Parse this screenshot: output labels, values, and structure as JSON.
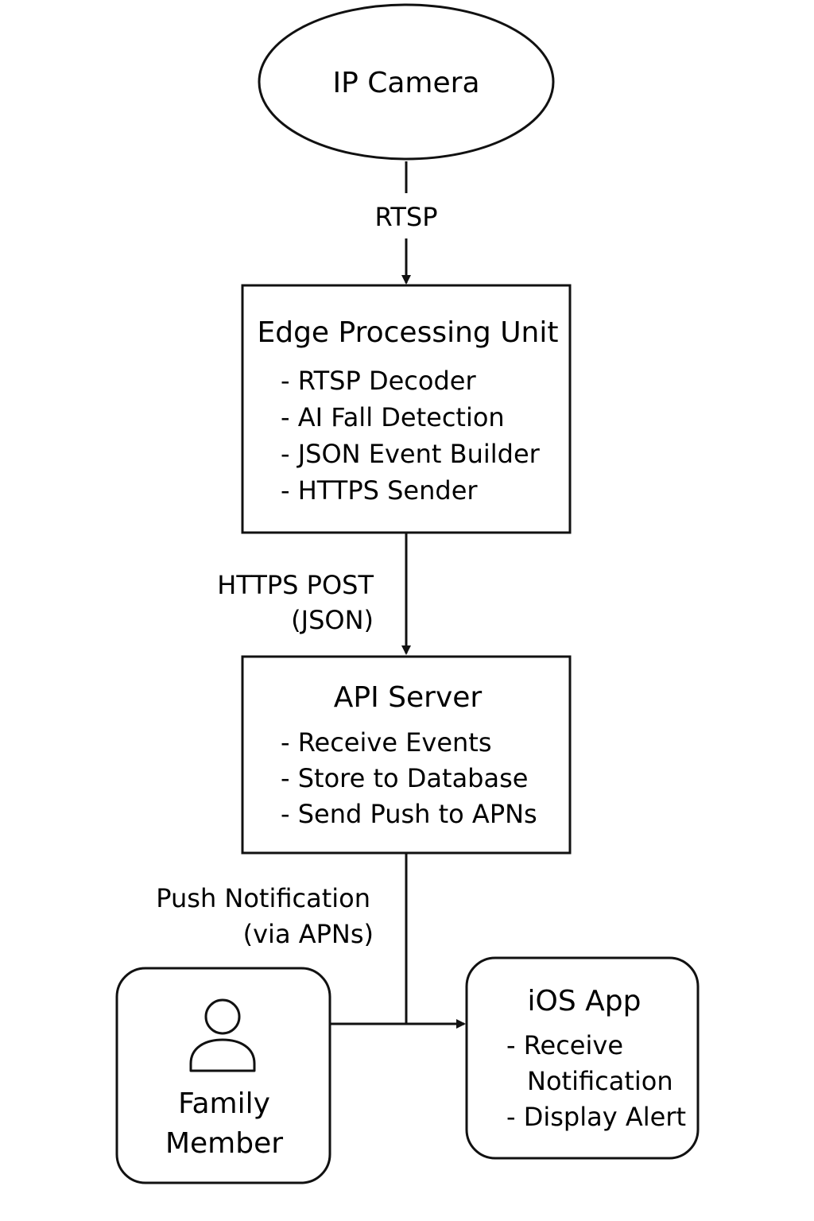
{
  "colors": {
    "stroke": "#111111",
    "background": "#ffffff",
    "text": "#111111"
  },
  "nodes": {
    "ip_camera": {
      "title": "IP Camera",
      "shape": "ellipse"
    },
    "edge_processing_unit": {
      "title": "Edge Processing Unit",
      "items": [
        "- RTSP Decoder",
        "- AI Fall Detection",
        "- JSON Event Builder",
        "- HTTPS Sender"
      ]
    },
    "api_server": {
      "title": "API Server",
      "items": [
        "- Receive Events",
        "- Store to Database",
        "- Send Push to APNs"
      ]
    },
    "family_member": {
      "label_line1": "Family",
      "label_line2": "Member",
      "icon": "person-icon"
    },
    "ios_app": {
      "title": "iOS App",
      "items": [
        "- Receive",
        "Notification",
        "- Display Alert"
      ]
    }
  },
  "edges": {
    "camera_to_edge": {
      "label": "RTSP"
    },
    "edge_to_api": {
      "label_line1": "HTTPS POST",
      "label_line2": "(JSON)"
    },
    "api_to_ios": {
      "label_line1": "Push Notification",
      "label_line2": "(via APNs)"
    }
  }
}
